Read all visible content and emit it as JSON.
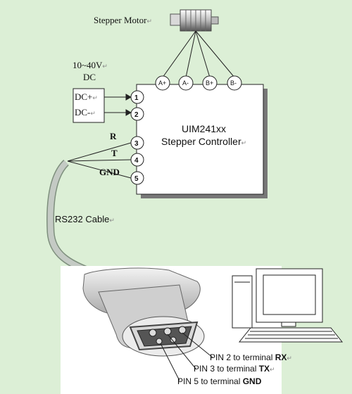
{
  "diagram": {
    "motor_label": "Stepper Motor",
    "motor_terminals": [
      "A+",
      "A-",
      "B+",
      "B-"
    ],
    "power": {
      "voltage": "10~40V",
      "type": "DC",
      "plus": "DC+",
      "minus": "DC-"
    },
    "controller": {
      "line1": "UIM241xx",
      "line2": "Stepper Controller",
      "pins": [
        "1",
        "2",
        "3",
        "4",
        "5"
      ]
    },
    "serial_labels": [
      "R",
      "T",
      "GND"
    ],
    "cable_label": "RS232 Cable",
    "connector_pins": [
      {
        "text": "PIN 2 to terminal ",
        "terminal": "RX"
      },
      {
        "text": "PIN 3 to terminal ",
        "terminal": "TX"
      },
      {
        "text": "PIN 5 to terminal ",
        "terminal": "GND"
      }
    ]
  }
}
